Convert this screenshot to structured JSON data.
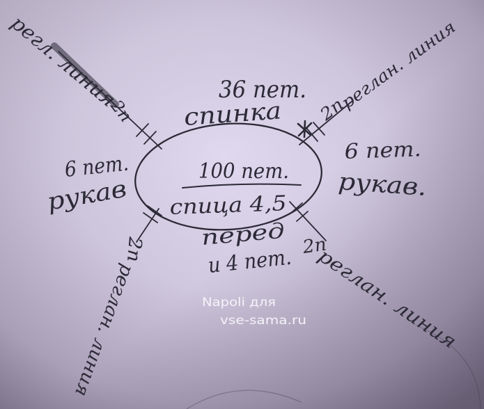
{
  "diagram": {
    "center_top": "100 пет.",
    "center_bottom": "спица 4,5",
    "back_count": "36 пет.",
    "back_label": "спинка",
    "left_sleeve_count": "6 пет.",
    "left_sleeve_label": "рукав",
    "right_sleeve_count": "6 пет.",
    "right_sleeve_label": "рукав.",
    "front_label": "перед",
    "front_count": "и 4 пет.",
    "raglan_top_left": "регл. линия",
    "raglan_top_right": "реглан. линия",
    "raglan_bottom_right": "реглан. линия",
    "raglan_bottom_left": "реглан. линия",
    "marks": {
      "top_left": "2п",
      "top_right": "2п",
      "bottom_left": "2п",
      "bottom_right": "2п"
    }
  },
  "watermark": {
    "line1": "Napoli для",
    "line2": "vse-sama.ru"
  },
  "colors": {
    "ink": "#2c2a37",
    "paper": "#cdc5db",
    "watermark": "#f4f2f9"
  }
}
